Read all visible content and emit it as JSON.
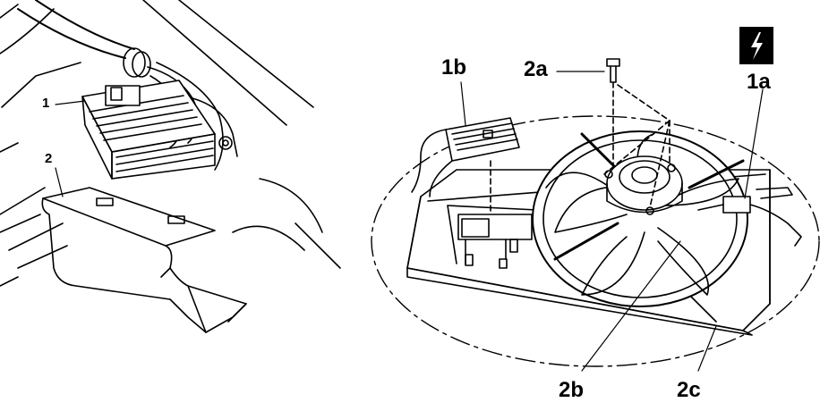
{
  "labels": {
    "left_1": "1",
    "left_2": "2",
    "l1b": "1b",
    "l2a": "2a",
    "l1a": "1a",
    "l2b": "2b",
    "l2c": "2c"
  },
  "icons": {
    "warning": "electrical-hazard-icon"
  },
  "colors": {
    "line": "#000000",
    "background": "#ffffff",
    "warning_box": "#000000"
  }
}
